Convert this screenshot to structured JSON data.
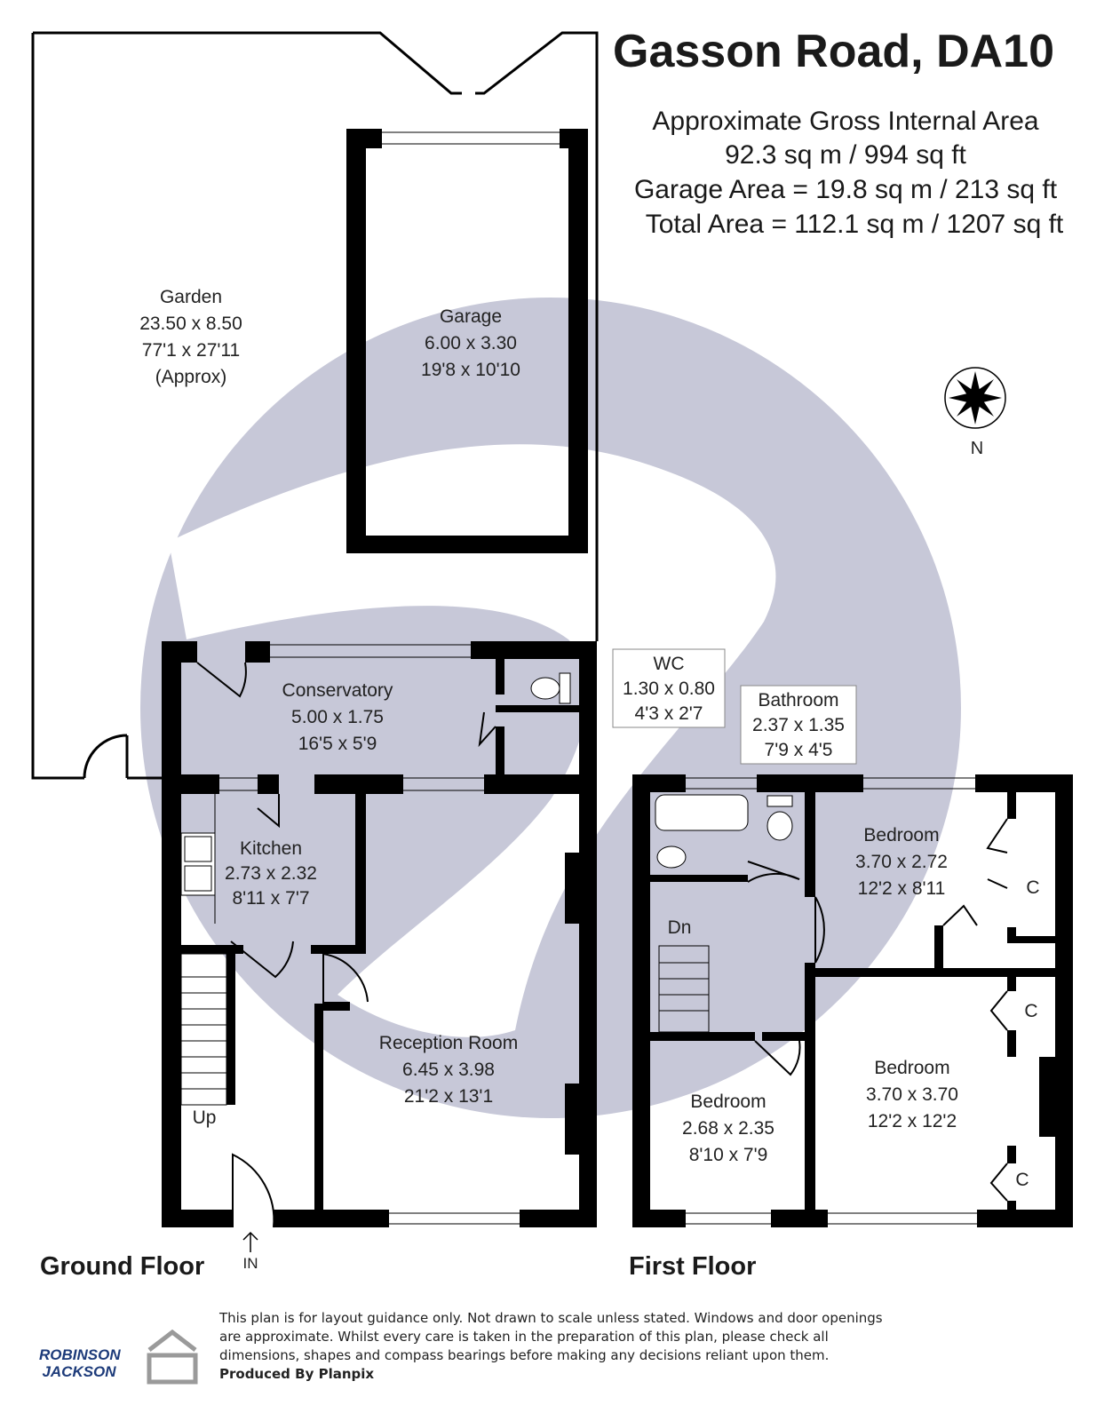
{
  "title": "Gasson Road, DA10",
  "area": {
    "line1": "Approximate Gross Internal Area",
    "line2": "92.3 sq m / 994 sq ft",
    "line3": "Garage Area = 19.8 sq m / 213 sq ft",
    "line4": "Total Area = 112.1 sq m / 1207 sq ft"
  },
  "compass": {
    "label": "N"
  },
  "rooms": {
    "garden": {
      "name": "Garden",
      "metric": "23.50 x 8.50",
      "imperial": "77'1 x 27'11",
      "note": "(Approx)"
    },
    "garage": {
      "name": "Garage",
      "metric": "6.00 x 3.30",
      "imperial": "19'8 x 10'10"
    },
    "conservatory": {
      "name": "Conservatory",
      "metric": "5.00 x 1.75",
      "imperial": "16'5 x 5'9"
    },
    "wc": {
      "name": "WC",
      "metric": "1.30 x 0.80",
      "imperial": "4'3 x 2'7"
    },
    "kitchen": {
      "name": "Kitchen",
      "metric": "2.73 x 2.32",
      "imperial": "8'11 x 7'7"
    },
    "reception": {
      "name": "Reception Room",
      "metric": "6.45 x 3.98",
      "imperial": "21'2 x 13'1"
    },
    "bathroom": {
      "name": "Bathroom",
      "metric": "2.37 x 1.35",
      "imperial": "7'9 x 4'5"
    },
    "bedroom1": {
      "name": "Bedroom",
      "metric": "3.70 x 2.72",
      "imperial": "12'2 x 8'11"
    },
    "bedroom2": {
      "name": "Bedroom",
      "metric": "3.70 x 3.70",
      "imperial": "12'2 x 12'2"
    },
    "bedroom3": {
      "name": "Bedroom",
      "metric": "2.68 x 2.35",
      "imperial": "8'10 x 7'9"
    }
  },
  "markers": {
    "up": "Up",
    "down": "Dn",
    "in": "IN",
    "cupboard": "C"
  },
  "floors": {
    "ground": "Ground Floor",
    "first": "First Floor"
  },
  "disclaimer": {
    "line1": "This plan is for layout guidance only. Not drawn to scale unless stated. Windows and door openings",
    "line2": "are approximate. Whilst every care is taken in the preparation of this plan, please check all",
    "line3": "dimensions, shapes and compass bearings before making any decisions reliant upon them.",
    "producer": "Produced By Planpix"
  },
  "logo": {
    "line1": "ROBINSON",
    "line2": "JACKSON"
  },
  "colors": {
    "wall": "#000000",
    "watermark": "#c7c8d8",
    "logo": "#1d3b7a"
  }
}
